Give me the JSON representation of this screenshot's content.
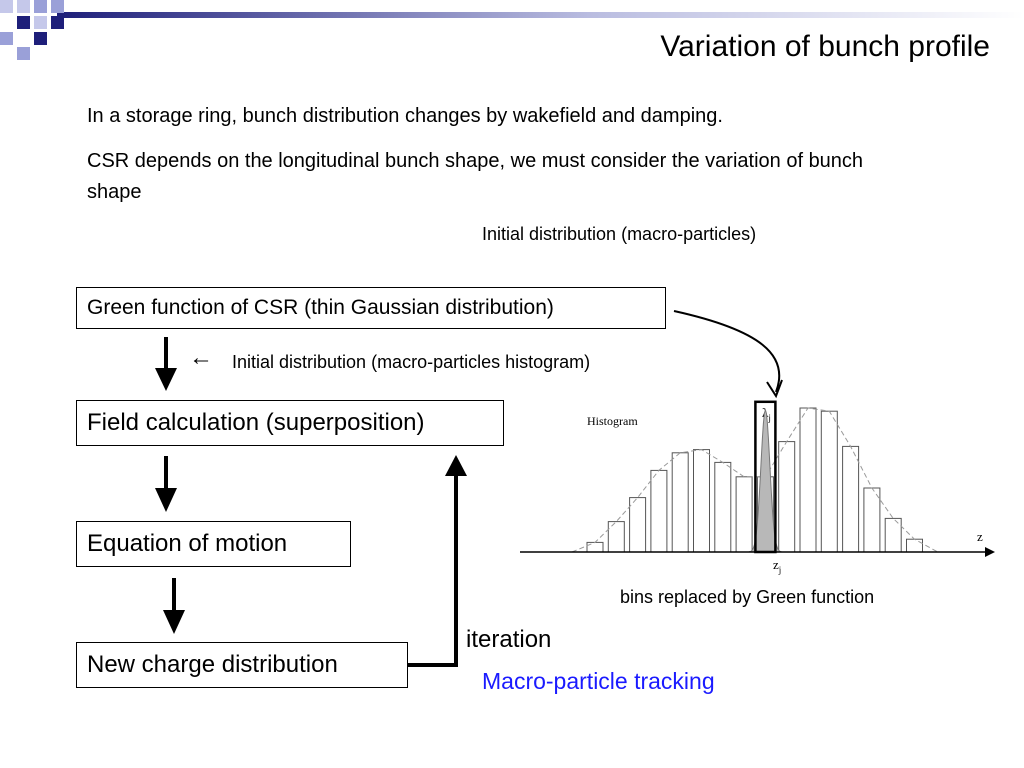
{
  "slide": {
    "title": "Variation of bunch profile",
    "paragraphs": [
      "In a storage ring, bunch distribution changes by wakefield and damping.",
      "CSR depends on the longitudinal bunch shape, we must consider the variation of bunch shape"
    ],
    "initial_distribution_label": "Initial distribution (macro-particles)"
  },
  "flow": {
    "green_function_box": "Green function of CSR (thin Gaussian distribution)",
    "histogram_input_label": "Initial distribution (macro-particles histogram)",
    "field_calc_box": "Field calculation (superposition)",
    "equation_box": "Equation of motion",
    "new_charge_box": "New charge distribution",
    "iteration_label": "iteration",
    "tracking_label": "Macro-particle tracking",
    "input_arrow_glyph": "←"
  },
  "histogram": {
    "title": "Histogram",
    "lambda_label": "λ",
    "lambda_sub": "j",
    "z_axis_label": "z",
    "zj_label": "z",
    "zj_sub": "j",
    "caption": "bins replaced by Green function",
    "bar_values": [
      0.06,
      0.19,
      0.34,
      0.51,
      0.62,
      0.64,
      0.56,
      0.47,
      0.47,
      0.69,
      0.9,
      0.88,
      0.66,
      0.4,
      0.21,
      0.08
    ],
    "highlight_index": 8,
    "colors": {
      "line": "#000000",
      "envelope": "#9a9a9a",
      "gaussian_fill": "#b8b8b8"
    }
  },
  "colors": {
    "accent_blue": "#1a1aff",
    "logo_navy": "#1e1f7a",
    "logo_lavender": "#9aa0d8"
  }
}
